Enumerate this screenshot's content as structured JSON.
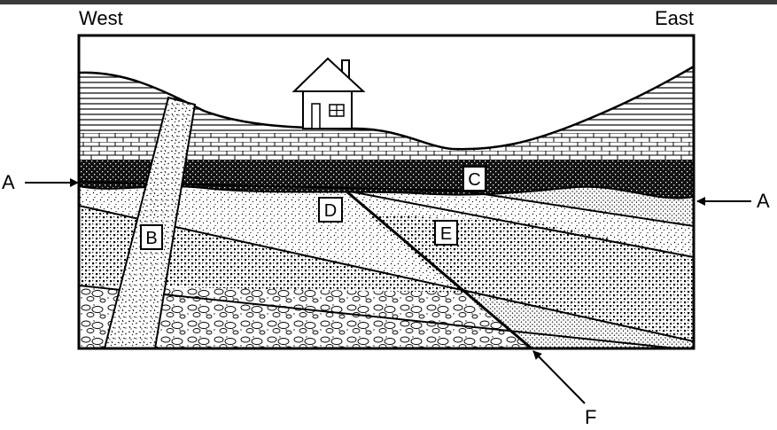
{
  "directions": {
    "west": "West",
    "east": "East"
  },
  "markers": {
    "a_left": "A",
    "a_right": "A",
    "f": "F"
  },
  "layer_labels": {
    "b": "B",
    "c": "C",
    "d": "D",
    "e": "E"
  },
  "colors": {
    "line": "#000000",
    "background": "#ffffff",
    "topbar": "#3a3a3a"
  }
}
